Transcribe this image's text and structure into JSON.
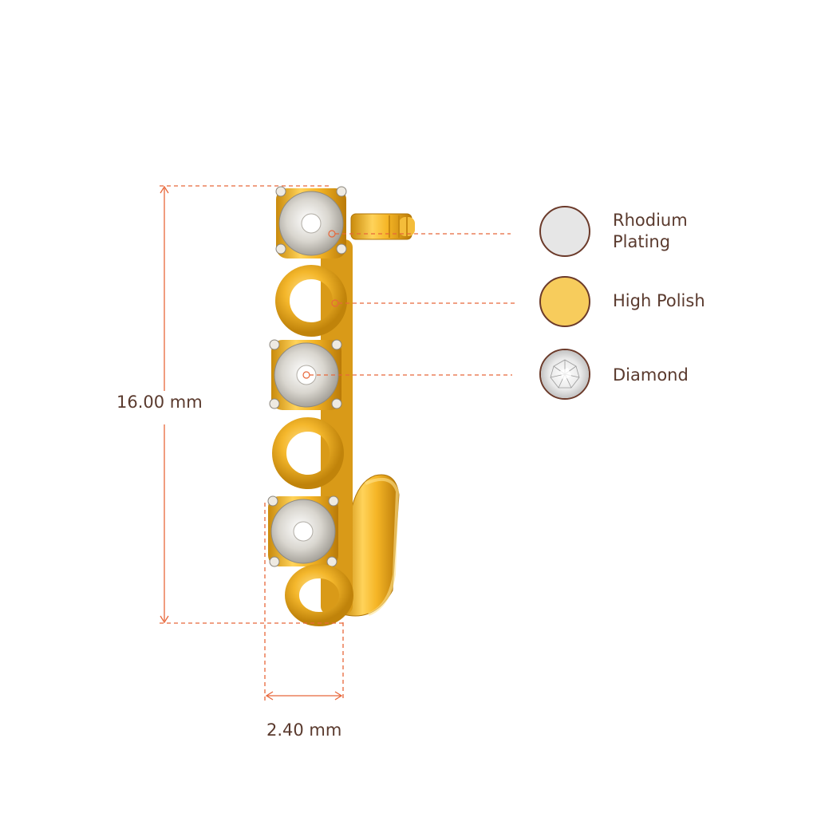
{
  "dimensions": {
    "height_label": "16.00 mm",
    "width_label": "2.40 mm"
  },
  "legend": [
    {
      "label": "Rhodium Plating",
      "color": "#e6e6e6"
    },
    {
      "label": "High Polish",
      "color": "#f7cc5c"
    },
    {
      "label": "Diamond",
      "color": "#f4f4f4"
    }
  ],
  "colors": {
    "dimension_line": "#e8673a",
    "text": "#5a3a2e",
    "gold": "#f2b428",
    "swatch_border": "#6b3a2a"
  }
}
